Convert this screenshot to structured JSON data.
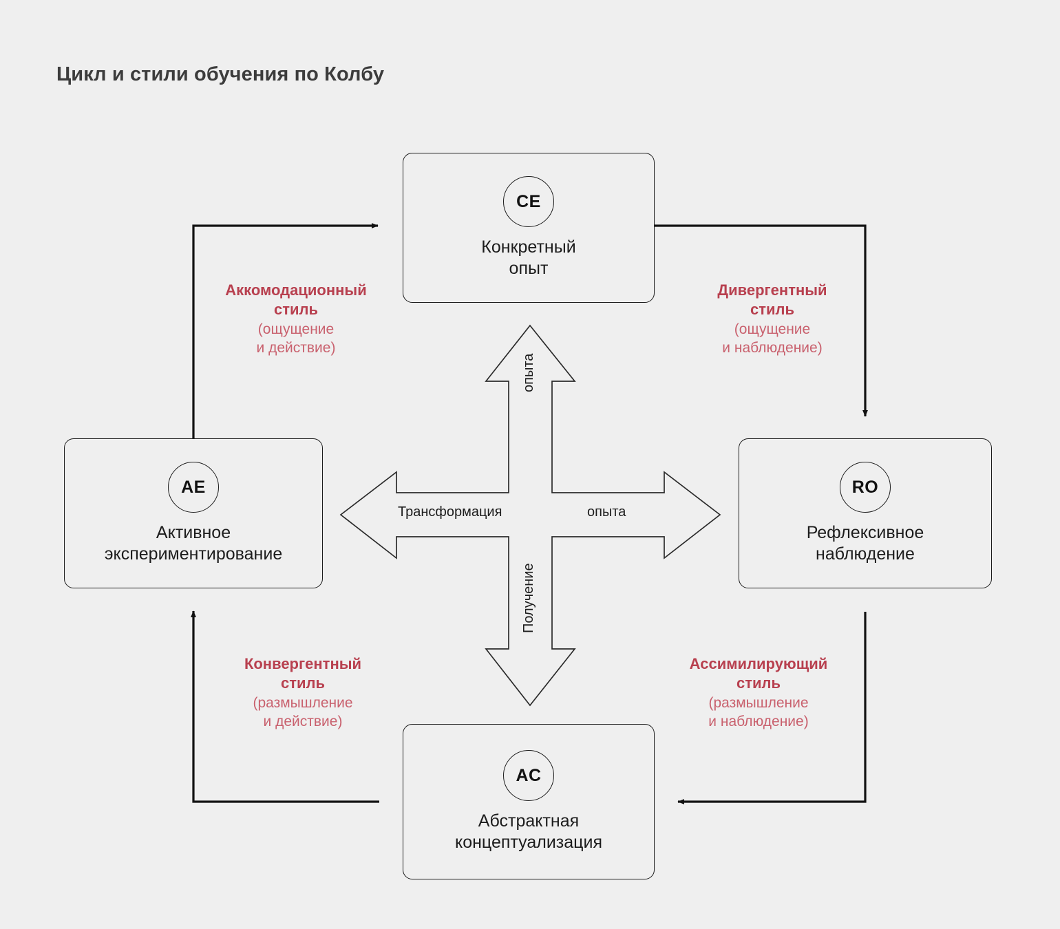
{
  "page": {
    "title": "Цикл и стили обучения по Колбу",
    "background_color": "#efefef",
    "accent_color": "#b8404f",
    "accent_light_color": "#c9616e",
    "line_color": "#1c1c1c"
  },
  "nodes": [
    {
      "id": "ce",
      "abbr": "CE",
      "label": "Конкретный\nопыт",
      "position": "top"
    },
    {
      "id": "ae",
      "abbr": "AE",
      "label": "Активное\nэкспериментирование",
      "position": "left"
    },
    {
      "id": "ro",
      "abbr": "RO",
      "label": "Рефлексивное\nнаблюдение",
      "position": "right"
    },
    {
      "id": "ac",
      "abbr": "AC",
      "label": "Абстрактная\nконцептуализация",
      "position": "bottom"
    }
  ],
  "styles": [
    {
      "id": "accommodating",
      "name": "Аккомодационный\nстиль",
      "detail": "(ощущение\nи действие)",
      "position": "top-left"
    },
    {
      "id": "diverging",
      "name": "Дивергентный\nстиль",
      "detail": "(ощущение\nи наблюдение)",
      "position": "top-right"
    },
    {
      "id": "converging",
      "name": "Конвергентный\nстиль",
      "detail": "(размышление\nи действие)",
      "position": "bottom-left"
    },
    {
      "id": "assimilating",
      "name": "Ассимилирующий\nстиль",
      "detail": "(размышление\nи наблюдение)",
      "position": "bottom-right"
    }
  ],
  "axes": {
    "transformation_word": "Трансформация",
    "experience_word_horizontal": "опыта",
    "experience_word_vertical": "опыта",
    "acquisition_word": "Получение"
  }
}
